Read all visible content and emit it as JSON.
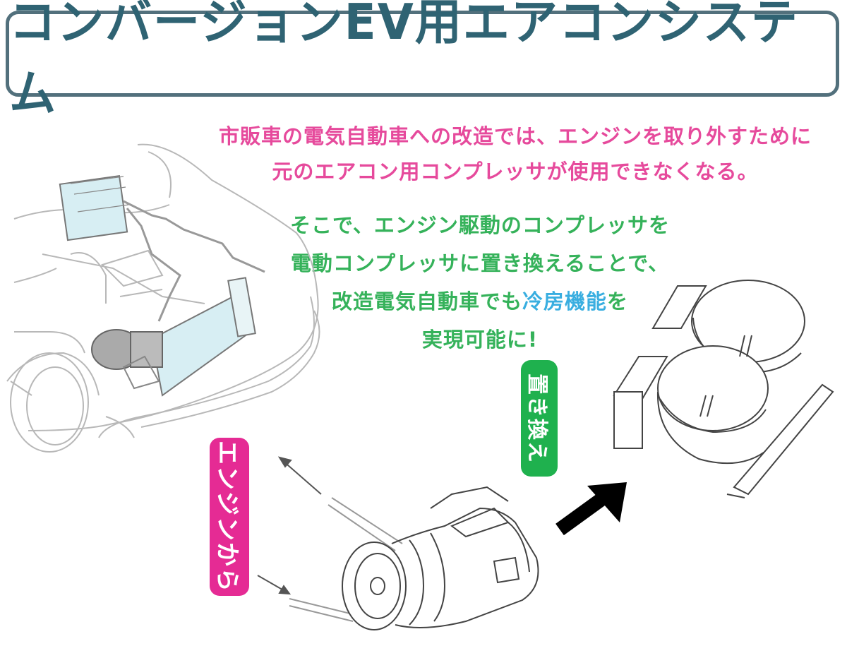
{
  "title": "コンバージョンEV用エアコンシステム",
  "description_pink": {
    "lines": [
      "市販車の電気自動車への改造では、エンジンを取り外すために",
      "元のエアコン用コンプレッサが使用できなくなる。"
    ]
  },
  "description_green": {
    "line1": "そこで、エンジン駆動のコンプレッサを",
    "line2": "電動コンプレッサに置き換えることで、",
    "line3_before": "改造電気自動車でも",
    "line3_highlight": "冷房機能",
    "line3_after": "を",
    "line4": "実現可能に!"
  },
  "labels": {
    "from_engine": "エンジンから",
    "replace": "置き換え"
  },
  "illustrations": {
    "car": "car-engine-bay-with-ac-system",
    "engine_compressor": "engine-driven-compressor",
    "electric_compressor": "electric-compressor"
  },
  "colors": {
    "title": "#2f6373",
    "title_border": "#52707c",
    "pink_text": "#e64a9c",
    "green_text": "#35b25a",
    "cyan_highlight": "#39aee0",
    "pink_label": "#e52b94",
    "green_label": "#1fb14e"
  }
}
